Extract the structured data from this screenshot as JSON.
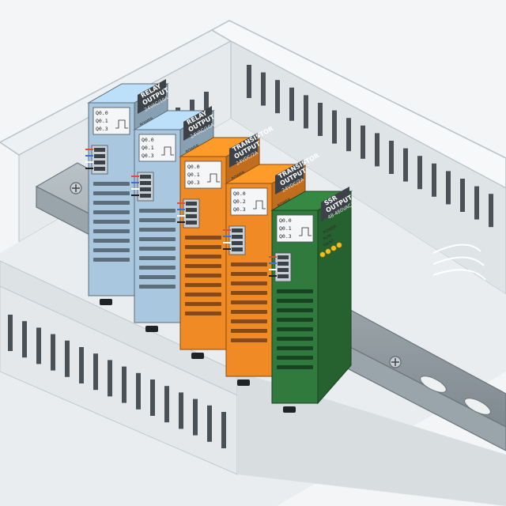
{
  "modules": [
    {
      "id": "relay-1",
      "title_line1": "RELAY",
      "title_line2": "OUTPUT",
      "rating": "24VAC/10A",
      "status_labels": [
        "POWER",
        "RUN",
        "FAULT"
      ],
      "channels": [
        "Q0.0",
        "Q0.1",
        "Q0.3"
      ],
      "body_color": "#a9c8df",
      "led_color": "#47d43a",
      "led_count": 5
    },
    {
      "id": "relay-2",
      "title_line1": "RELAY",
      "title_line2": "OUTPUT",
      "rating": "24VAC/10A",
      "status_labels": [
        "POWER",
        "RUN",
        "FAULT"
      ],
      "channels": [
        "Q0.0",
        "Q0.1",
        "Q0.3"
      ],
      "body_color": "#a9c8df",
      "led_color": "#47d43a",
      "led_count": 5
    },
    {
      "id": "transistor-1",
      "title_line1": "TRANSISTOR",
      "title_line2": "OUTPUT",
      "rating": "24VDC/2A",
      "status_labels": [
        "POWER",
        "RUN",
        "FAULT"
      ],
      "channels": [
        "Q0.0",
        "Q0.1",
        "Q0.3"
      ],
      "body_color": "#f08a24",
      "led_color": "#e82a1e",
      "led_count": 5
    },
    {
      "id": "transistor-2",
      "title_line1": "TRANSISTOR",
      "title_line2": "OUTPUT",
      "rating": "24VDC/2A",
      "status_labels": [
        "POWER",
        "RUN",
        "FAULT"
      ],
      "channels": [
        "Q0.0",
        "Q0.2",
        "Q0.3"
      ],
      "body_color": "#f08a24",
      "led_color": "#e82a1e",
      "led_count": 5
    },
    {
      "id": "ssr-1",
      "title_line1": "SSR",
      "title_line2": "OUTPUT",
      "rating": "48-480VAC/1A",
      "status_labels": [
        "POWER",
        "RUN",
        "FAULT"
      ],
      "channels": [
        "Q0.0",
        "Q0.1",
        "Q0.3"
      ],
      "body_color": "#2f7a3c",
      "led_color": "#f2c21b",
      "led_count": 4
    }
  ],
  "colors": {
    "enclosure": "#e3e8eb",
    "enclosure_shadow": "#c7cfd4",
    "vent_slot": "#4a5258",
    "din_rail": "#8f9aa1",
    "din_rail_dark": "#5f6a70",
    "label_panel": "#3c4247"
  }
}
